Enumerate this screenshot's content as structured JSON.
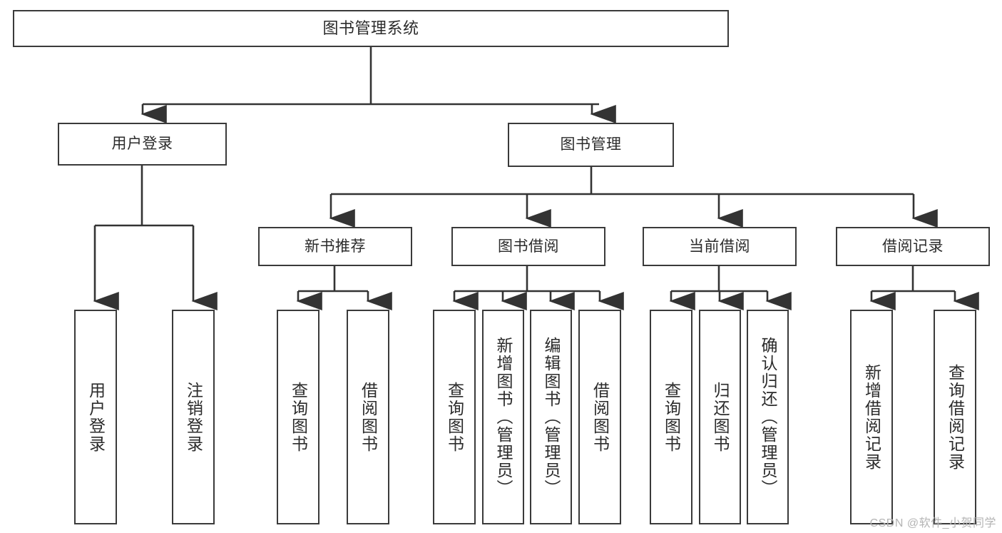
{
  "diagram": {
    "title": "图书管理系统",
    "type": "hierarchy-tree",
    "root": {
      "label": "图书管理系统"
    },
    "level2": [
      {
        "label": "用户登录"
      },
      {
        "label": "图书管理"
      }
    ],
    "level3": [
      {
        "label": "新书推荐"
      },
      {
        "label": "图书借阅"
      },
      {
        "label": "当前借阅"
      },
      {
        "label": "借阅记录"
      }
    ],
    "leaves": {
      "user_login": [
        {
          "label": "用户登录"
        },
        {
          "label": "注销登录"
        }
      ],
      "new_book_recommend": [
        {
          "label": "查询图书"
        },
        {
          "label": "借阅图书"
        }
      ],
      "book_borrow": [
        {
          "label": "查询图书"
        },
        {
          "label": "新增图书（管理员）"
        },
        {
          "label": "编辑图书（管理员）"
        },
        {
          "label": "借阅图书"
        }
      ],
      "current_borrow": [
        {
          "label": "查询图书"
        },
        {
          "label": "归还图书"
        },
        {
          "label": "确认归还（管理员）"
        }
      ],
      "borrow_record": [
        {
          "label": "新增借阅记录"
        },
        {
          "label": "查询借阅记录"
        }
      ]
    }
  },
  "watermark": {
    "text": "CSDN @软件_小贺同学"
  },
  "colors": {
    "border": "#3a3a3a",
    "text": "#2b2b2b",
    "background": "#ffffff",
    "watermark": "#b4b4b4"
  }
}
